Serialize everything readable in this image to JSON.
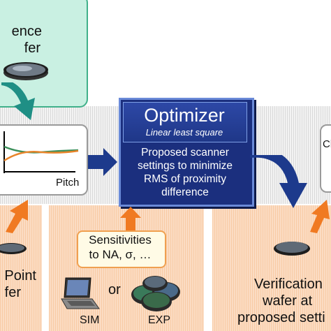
{
  "reference_box": {
    "lines": [
      "ence",
      "fer"
    ]
  },
  "chart_panel": {
    "x_label": "Pitch"
  },
  "optimizer": {
    "title": "Optimizer",
    "subtitle": "Linear least square",
    "description_lines": [
      "Proposed scanner",
      "settings to minimize",
      "RMS of proximity",
      "difference"
    ]
  },
  "right_box": {
    "partial_label": "Cl"
  },
  "left_panel": {
    "lines": [
      "Point",
      "fer"
    ]
  },
  "sensitivities": {
    "lines": [
      "Sensitivities",
      "to NA, σ, …"
    ]
  },
  "sources": {
    "sim_label": "SIM",
    "or_label": "or",
    "exp_label": "EXP"
  },
  "verification": {
    "lines": [
      "Verification",
      "wafer at",
      "proposed setti"
    ]
  },
  "colors": {
    "green_box": "#c9f0e2",
    "green_border": "#40b08a",
    "teal_arrow": "#1f8f85",
    "orange_arrow": "#f07a22",
    "navy": "#162a78",
    "panel_bg": "#fbdcc3",
    "sens_border": "#f0a050",
    "curve_green": "#3b8f5a",
    "curve_orange": "#e8842a"
  }
}
